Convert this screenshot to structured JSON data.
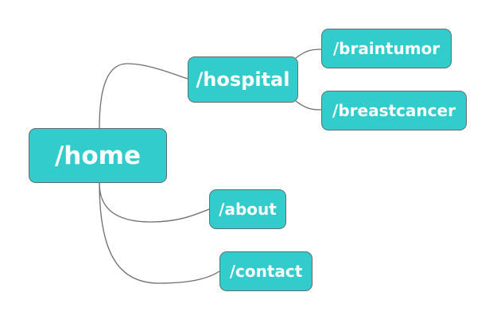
{
  "diagram": {
    "type": "mind-map",
    "root": "/home",
    "nodes": {
      "home": "/home",
      "hospital": "/hospital",
      "braintumor": "/braintumor",
      "breastcancer": "/breastcancer",
      "about": "/about",
      "contact": "/contact"
    },
    "edges": [
      {
        "from": "/home",
        "to": "/hospital"
      },
      {
        "from": "/hospital",
        "to": "/braintumor"
      },
      {
        "from": "/hospital",
        "to": "/breastcancer"
      },
      {
        "from": "/home",
        "to": "/about"
      },
      {
        "from": "/home",
        "to": "/contact"
      }
    ],
    "colors": {
      "node_fill": "#33cccc",
      "node_border": "#5f6f6f",
      "node_text": "#ffffff",
      "connector": "#6e6e6e"
    }
  }
}
